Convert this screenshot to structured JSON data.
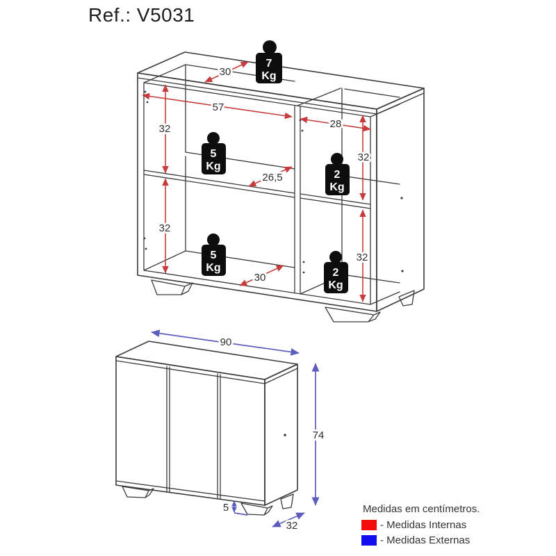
{
  "title": "Ref.: V5031",
  "interior_view": {
    "dimensions": {
      "top_depth": "30",
      "left_section_width": "57",
      "right_section_width": "28",
      "left_upper_height": "32",
      "left_lower_height": "32",
      "right_upper_height": "32",
      "right_lower_height": "32",
      "shelf_depth": "26,5",
      "bottom_depth": "30"
    },
    "max_loads": {
      "top_panel": {
        "value": "7",
        "unit": "Kg"
      },
      "left_shelf": {
        "value": "5",
        "unit": "Kg"
      },
      "left_bottom": {
        "value": "5",
        "unit": "Kg"
      },
      "right_shelf": {
        "value": "2",
        "unit": "Kg"
      },
      "right_bottom": {
        "value": "2",
        "unit": "Kg"
      }
    }
  },
  "exterior_view": {
    "dimensions": {
      "width": "90",
      "height": "74",
      "foot_height": "5",
      "depth": "32"
    }
  },
  "legend": {
    "heading": "Medidas em centímetros.",
    "items": [
      {
        "swatch_color": "#f40d0d",
        "label": "- Medidas Internas"
      },
      {
        "swatch_color": "#120bee",
        "label": "- Medidas Externas"
      }
    ]
  },
  "colors": {
    "internal_dimension_lines": "#c63c3c",
    "external_dimension_lines": "#5c5cbe",
    "drawing_lines": "#3a3a3a"
  }
}
